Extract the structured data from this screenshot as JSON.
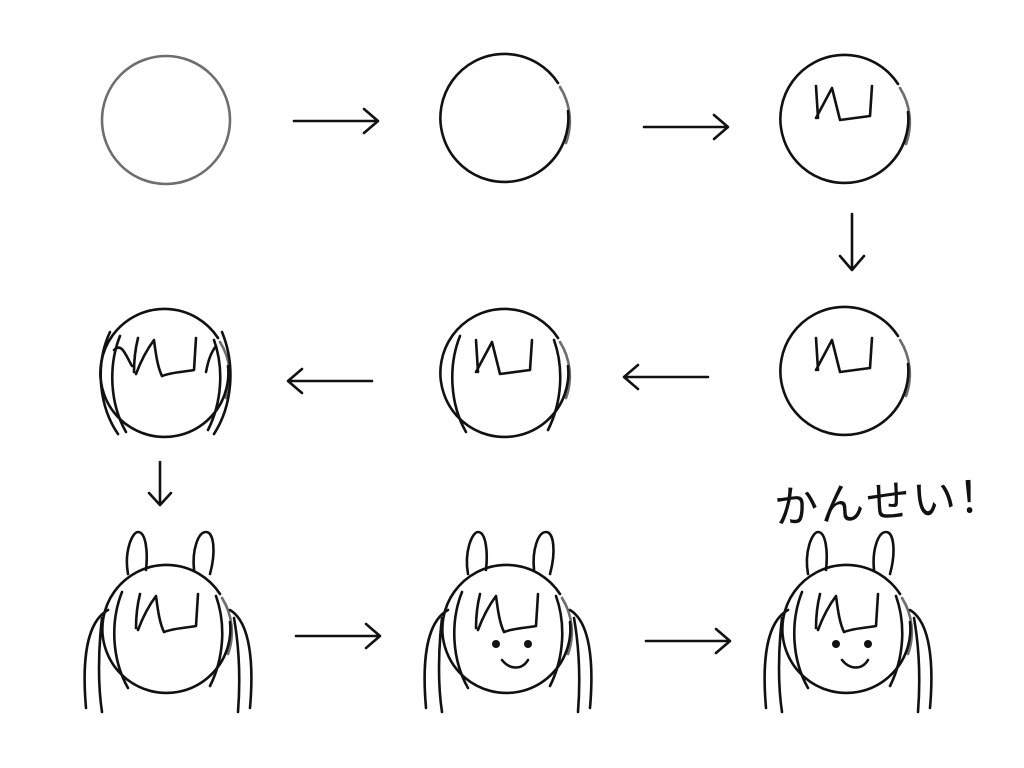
{
  "diagram": {
    "caption": "かんせい！",
    "step_count": 9,
    "colors": {
      "ink": "#111111",
      "guide": "#6e6e6e",
      "background": "#ffffff"
    },
    "steps": [
      {
        "name": "step-1-circle-guide"
      },
      {
        "name": "step-2-circle-inked"
      },
      {
        "name": "step-3-bangs"
      },
      {
        "name": "step-4-bangs-refined"
      },
      {
        "name": "step-5-side-hair"
      },
      {
        "name": "step-6-outer-hair"
      },
      {
        "name": "step-7-ears-and-tails"
      },
      {
        "name": "step-8-face"
      },
      {
        "name": "step-9-complete"
      }
    ]
  }
}
